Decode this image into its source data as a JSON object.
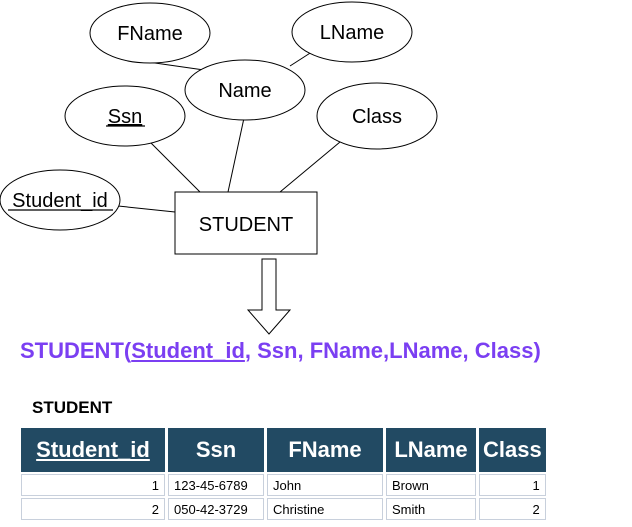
{
  "diagram": {
    "entity": "STUDENT",
    "attributes": {
      "fname": "FName",
      "lname": "LName",
      "name": "Name",
      "ssn": "Ssn",
      "class": "Class",
      "student_id": "Student_id"
    }
  },
  "schema": {
    "relation": "STUDENT",
    "open": "(",
    "key": "Student_id",
    "rest": ", Ssn, FName,LName, Class)"
  },
  "table": {
    "title": "STUDENT",
    "headers": [
      "Student_id",
      "Ssn",
      "FName",
      "LName",
      "Class"
    ],
    "rows": [
      [
        "1",
        "123-45-6789",
        "John",
        "Brown",
        "1"
      ],
      [
        "2",
        "050-42-3729",
        "Christine",
        "Smith",
        "2"
      ]
    ]
  }
}
